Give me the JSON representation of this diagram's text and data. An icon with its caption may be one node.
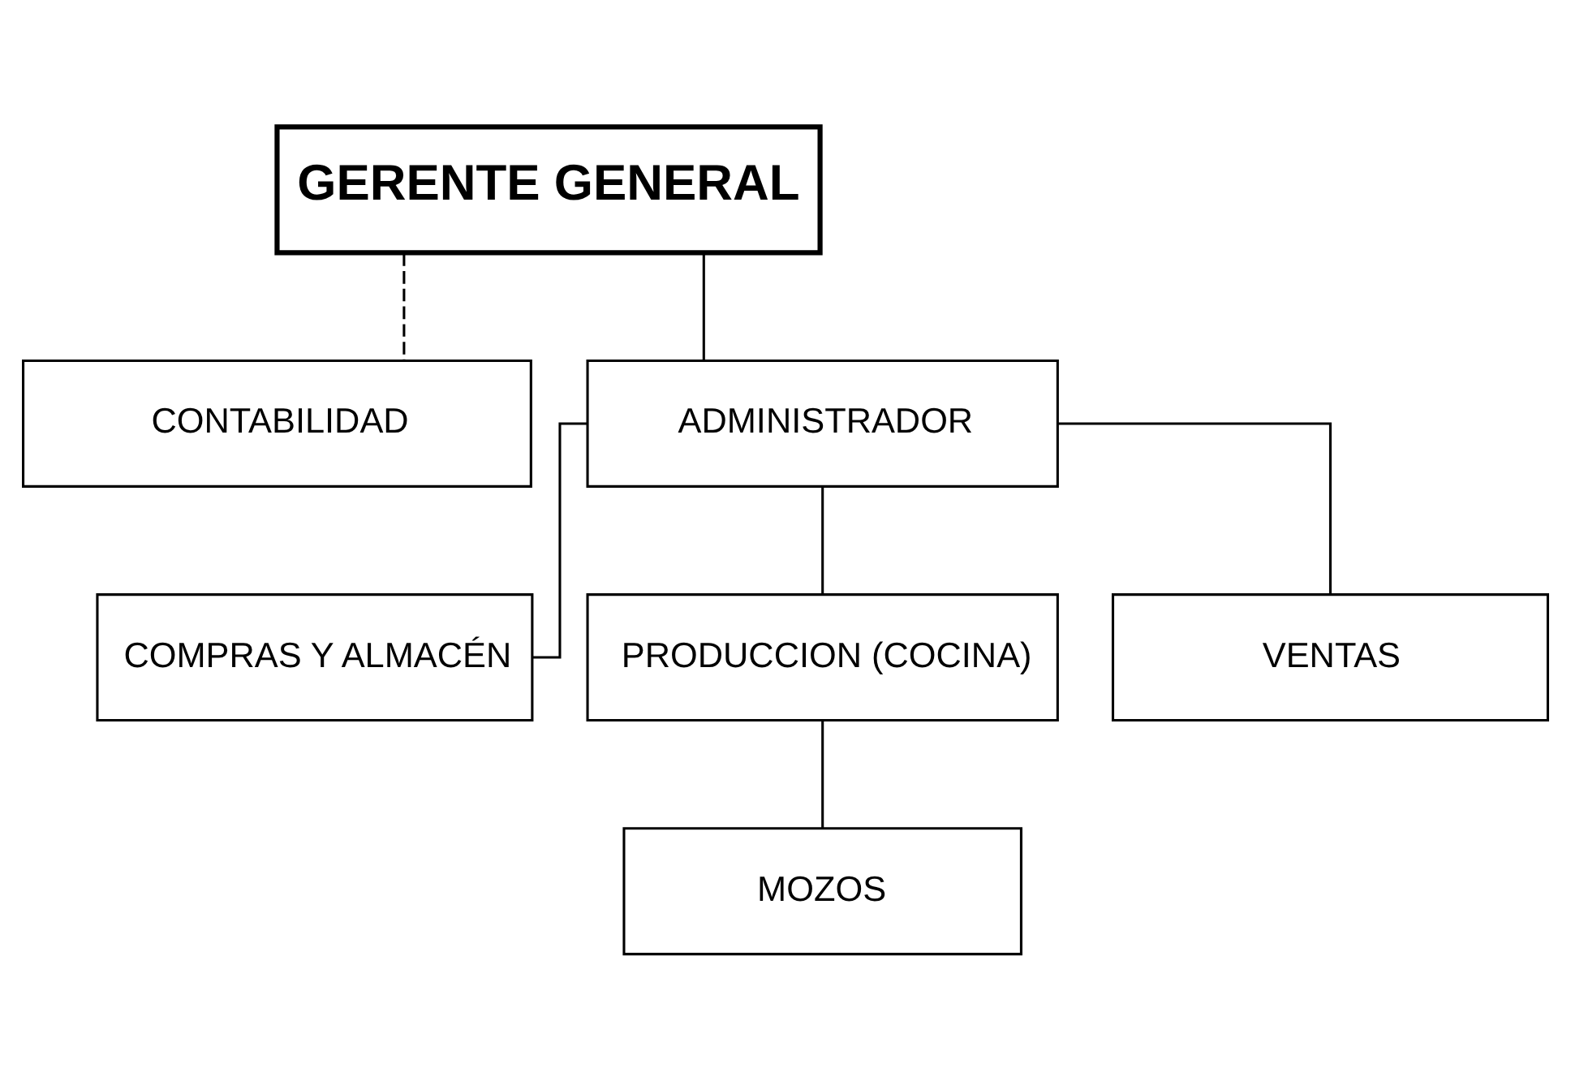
{
  "diagram": {
    "nodes": [
      {
        "text": [
          "GERENTE GENERAL"
        ]
      },
      {
        "text": [
          "CONTABILIDAD"
        ]
      },
      {
        "text": [
          "ADMINISTRADOR"
        ]
      },
      {
        "text": [
          "COMPRAS Y ALMACÉN"
        ]
      },
      {
        "text": [
          "PRODUCCION (COCINA)"
        ]
      },
      {
        "text": [
          "VENTAS"
        ]
      },
      {
        "text": [
          "MOZOS"
        ]
      }
    ],
    "edges": [
      {
        "from": 0,
        "to": 2,
        "arrow": "none"
      },
      {
        "from": 0,
        "to": 1,
        "arrow": "none",
        "style": "dashed"
      },
      {
        "from": 2,
        "to": 3,
        "arrow": "none"
      },
      {
        "from": 2,
        "to": 4,
        "arrow": "none"
      },
      {
        "from": 2,
        "to": 5,
        "arrow": "none"
      },
      {
        "from": 4,
        "to": 6,
        "arrow": "none"
      }
    ]
  }
}
